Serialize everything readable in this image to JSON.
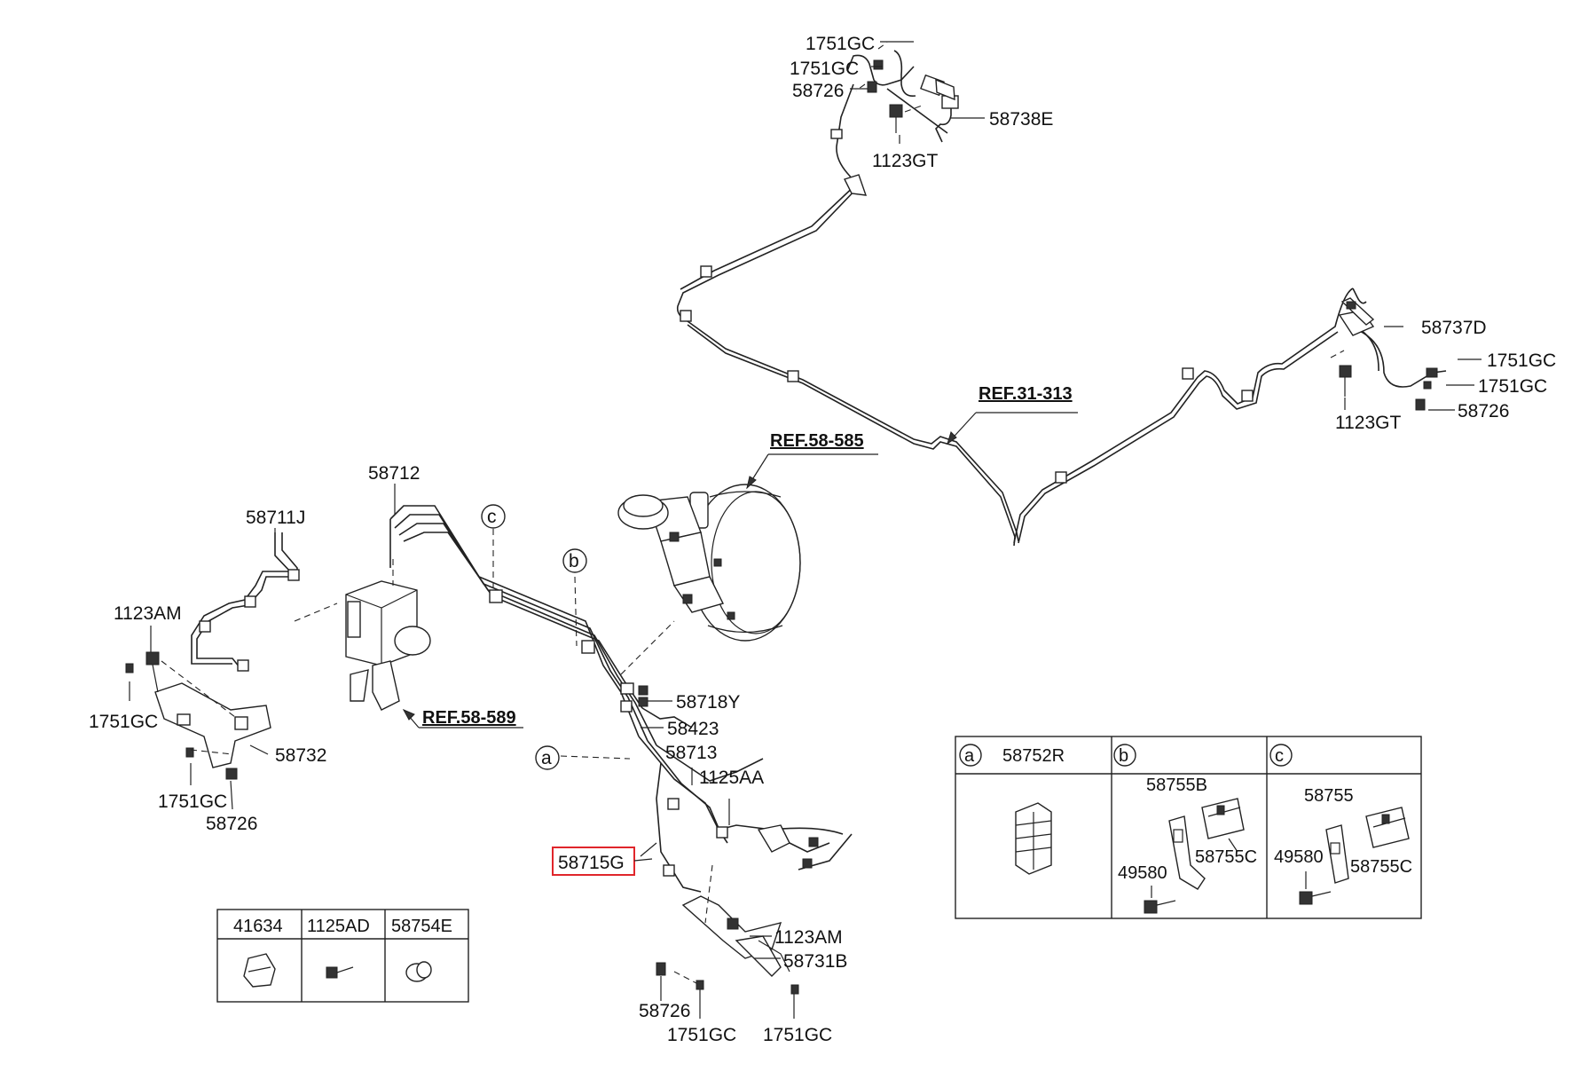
{
  "labels": {
    "top_1751gc_a": "1751GC",
    "top_1751gc_b": "1751GC",
    "top_58726": "58726",
    "top_58738e": "58738E",
    "top_1123gt": "1123GT",
    "ref_31_313": "REF.31-313",
    "r_58737d": "58737D",
    "r_1751gc_a": "1751GC",
    "r_1751gc_b": "1751GC",
    "r_1123gt": "1123GT",
    "r_58726": "58726",
    "ref_58_585": "REF.58-585",
    "l_58712": "58712",
    "l_58711j": "58711J",
    "l_c": "c",
    "l_b": "b",
    "l_1123am": "1123AM",
    "l_1751gc": "1751GC",
    "l_58732": "58732",
    "l_1751gc_b": "1751GC",
    "l_58726": "58726",
    "ref_58_589": "REF.58-589",
    "m_58718y": "58718Y",
    "m_58423": "58423",
    "m_a": "a",
    "m_58713": "58713",
    "m_1125aa": "1125AA",
    "m_58715g": "58715G",
    "b_1123am": "1123AM",
    "b_58731b": "58731B",
    "b_58726": "58726",
    "b_1751gc_a": "1751GC",
    "b_1751gc_b": "1751GC"
  },
  "small_table": {
    "headers": [
      "41634",
      "1125AD",
      "58754E"
    ]
  },
  "clip_table": {
    "sections": [
      {
        "letter": "a",
        "part": "58752R"
      },
      {
        "letter": "b",
        "parts": [
          "58755B",
          "58755C",
          "49580"
        ]
      },
      {
        "letter": "c",
        "parts": [
          "58755",
          "58755C",
          "49580"
        ]
      }
    ]
  },
  "colors": {
    "highlight": "#e0262b",
    "line": "#222222"
  }
}
